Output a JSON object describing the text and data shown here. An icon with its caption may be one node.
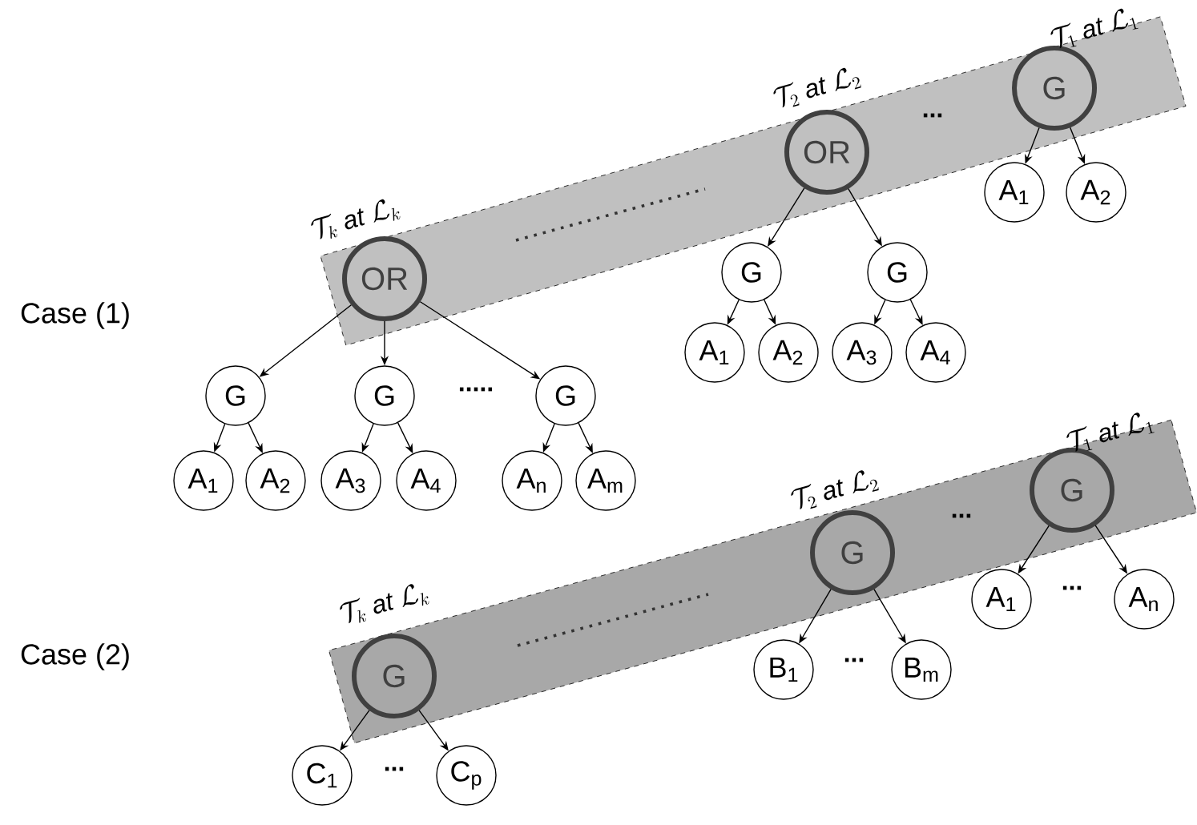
{
  "diagram": {
    "nodes": [
      {
        "text": [],
        "shape": "box"
      },
      {
        "text": [
          "OR"
        ],
        "in": 0,
        "beside": [
          "\\mathcal{T}_k\\ \\mathit{at}\\ \\mathcal{L}_k"
        ]
      },
      {
        "text": [
          "OR"
        ],
        "in": 0,
        "beside": [
          "\\mathcal{T}_2\\ \\mathit{at}\\ \\mathcal{L}_2"
        ]
      },
      {
        "text": [
          "G"
        ],
        "in": 0,
        "beside": [
          "\\mathcal{T}_1\\ \\mathit{at}\\ \\mathcal{L}_1"
        ]
      },
      {
        "text": [
          "A$_{1}$"
        ]
      },
      {
        "text": [
          "A$_{2}$"
        ]
      },
      {
        "text": [
          "G"
        ]
      },
      {
        "text": [
          "G"
        ]
      },
      {
        "text": [
          "A$_{1}$"
        ]
      },
      {
        "text": [
          "A$_{2}$"
        ]
      },
      {
        "text": [
          "A$_{3}$"
        ]
      },
      {
        "text": [
          "A$_{4}$"
        ]
      },
      {
        "text": [
          "G"
        ]
      },
      {
        "text": [
          "G"
        ]
      },
      {
        "text": [
          "G"
        ]
      },
      {
        "text": [
          "A$_{1}$"
        ]
      },
      {
        "text": [
          "A$_{2}$"
        ]
      },
      {
        "text": [
          "A$_{3}$"
        ]
      },
      {
        "text": [
          "A$_{4}$"
        ]
      },
      {
        "text": [
          "A$_{n}$"
        ]
      },
      {
        "text": [
          "A$_{m}$"
        ]
      },
      {
        "text": [],
        "shape": "box"
      },
      {
        "text": [
          "G"
        ],
        "in": 21,
        "beside": [
          "\\mathcal{T}_1\\ \\mathit{at}\\ \\mathcal{L}_1"
        ]
      },
      {
        "text": [
          "G"
        ],
        "in": 21,
        "beside": [
          "\\mathcal{T}_2\\ \\mathit{at}\\ \\mathcal{L}_2"
        ]
      },
      {
        "text": [
          "G"
        ],
        "in": 21,
        "beside": [
          "\\mathcal{T}_k\\ \\mathit{at}\\ \\mathcal{L}_k"
        ]
      },
      {
        "text": [
          "A$_{1}$"
        ]
      },
      {
        "text": [
          "A$_{n}$"
        ]
      },
      {
        "text": [
          "B$_{1}$"
        ]
      },
      {
        "text": [
          "B$_{m}$"
        ]
      },
      {
        "text": [
          "C$_{1}$"
        ]
      },
      {
        "text": [
          "C$_{p}$"
        ]
      }
    ],
    "edges": [
      {
        "from": 3,
        "to": 4,
        "arrow": "to"
      },
      {
        "from": 3,
        "to": 5,
        "arrow": "to"
      },
      {
        "from": 2,
        "to": 6,
        "arrow": "to"
      },
      {
        "from": 2,
        "to": 7,
        "arrow": "to"
      },
      {
        "from": 6,
        "to": 8,
        "arrow": "to"
      },
      {
        "from": 6,
        "to": 9,
        "arrow": "to"
      },
      {
        "from": 7,
        "to": 10,
        "arrow": "to"
      },
      {
        "from": 7,
        "to": 11,
        "arrow": "to"
      },
      {
        "from": 1,
        "to": 12,
        "arrow": "to"
      },
      {
        "from": 1,
        "to": 13,
        "arrow": "to"
      },
      {
        "from": 1,
        "to": 14,
        "arrow": "to"
      },
      {
        "from": 12,
        "to": 15,
        "arrow": "to"
      },
      {
        "from": 12,
        "to": 16,
        "arrow": "to"
      },
      {
        "from": 13,
        "to": 17,
        "arrow": "to"
      },
      {
        "from": 13,
        "to": 18,
        "arrow": "to"
      },
      {
        "from": 14,
        "to": 19,
        "arrow": "to"
      },
      {
        "from": 14,
        "to": 20,
        "arrow": "to"
      },
      {
        "from": 22,
        "to": 25,
        "arrow": "to"
      },
      {
        "from": 22,
        "to": 26,
        "arrow": "to"
      },
      {
        "from": 23,
        "to": 27,
        "arrow": "to"
      },
      {
        "from": 23,
        "to": 28,
        "arrow": "to"
      },
      {
        "from": 24,
        "to": 29,
        "arrow": "to"
      },
      {
        "from": 24,
        "to": 30,
        "arrow": "to"
      }
    ],
    "labels": [
      "...",
      "Case (1)",
      ".....",
      "...",
      "...",
      "Case (2)",
      "...",
      "..."
    ]
  }
}
